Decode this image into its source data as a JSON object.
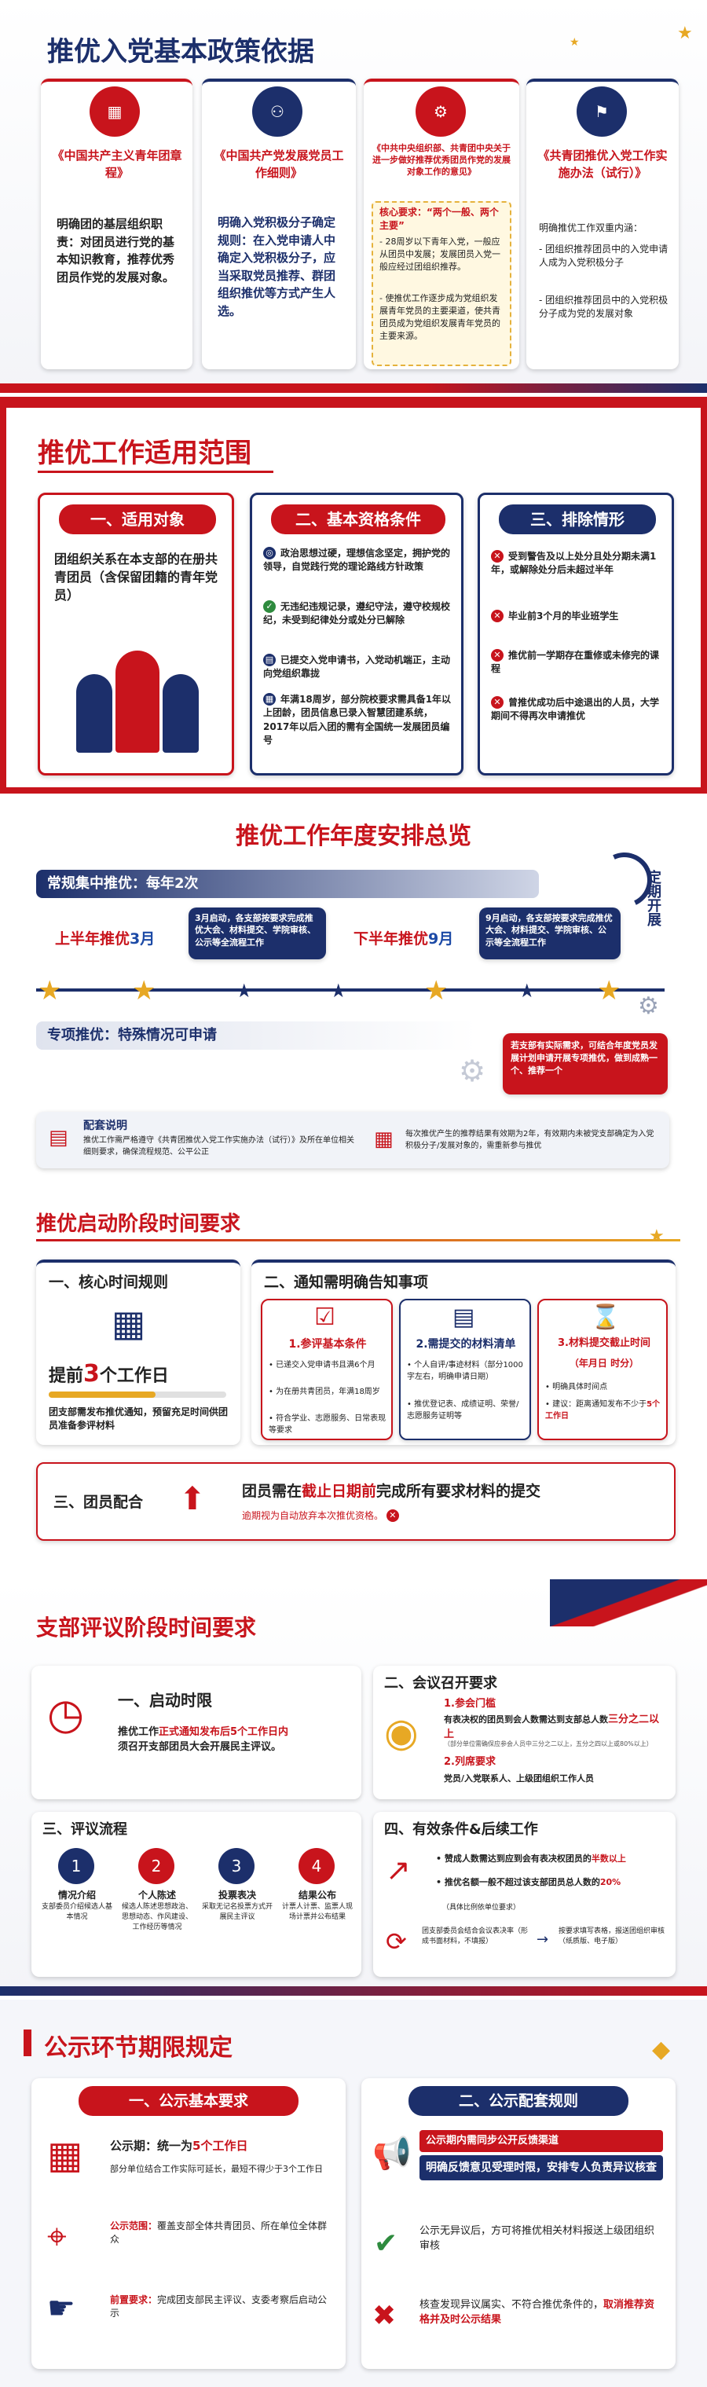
{
  "s1": {
    "title": "推优入党基本政策依据",
    "cards": [
      {
        "title": "《中国共产主义青年团章程》",
        "body": "明确团的基层组织职责：对团员进行党的基本知识教育，推荐优秀团员作党的发展对象。"
      },
      {
        "title": "《中国共产党发展党员工作细则》",
        "body": "明确入党积极分子确定规则：在入党申请人中确定入党积极分子，应当采取党员推荐、群团组织推优等方式产生人选。"
      },
      {
        "title": "《中共中央组织部、共青团中央关于进一步做好推荐优秀团员作党的发展对象工作的意见》",
        "core_label": "核心要求：“两个一般、两个主要”",
        "core1": "- 28周岁以下青年入党，一般应从团员中发展；发展团员入党一般应经过团组织推荐。",
        "core2": "- 使推优工作逐步成为党组织发展青年党员的主要渠道，使共青团员成为党组织发展青年党员的主要来源。"
      },
      {
        "title": "《共青团推优入党工作实施办法（试行）》",
        "lead": "明确推优工作双重内涵：",
        "p1": "- 团组织推荐团员中的入党申请人成为入党积极分子",
        "p2": "- 团组织推荐团员中的入党积极分子成为党的发展对象"
      }
    ]
  },
  "s2": {
    "title": "推优工作适用范围",
    "h1": "一、适用对象",
    "obj": "团组织关系在本支部的在册共青团员（含保留团籍的青年党员）",
    "h2": "二、基本资格条件",
    "c1": "政治思想过硬，理想信念坚定，拥护党的领导，自觉践行党的理论路线方针政策",
    "c2": "无违纪违规记录，遵纪守法，遵守校规校纪，未受到纪律处分或处分已解除",
    "c3": "已提交入党申请书，入党动机端正，主动向党组织靠拢",
    "c4": "年满18周岁，部分院校要求需具备1年以上团龄，团员信息已录入智慧团建系统，2017年以后入团的需有全国统一发展团员编号",
    "h3": "三、排除情形",
    "e1": "受到警告及以上处分且处分期未满1年，或解除处分后未超过半年",
    "e2": "毕业前3个月的毕业班学生",
    "e3": "推优前一学期存在重修或未修完的课程",
    "e4": "曾推优成功后中途退出的人员，大学期间不得再次申请推优"
  },
  "s3": {
    "title": "推优工作年度安排总览",
    "regular": "常规集中推优：每年2次",
    "h1": "上半年推优",
    "m1": "3月",
    "n1": "3月启动，各支部按要求完成推优大会、材料提交、学院审核、公示等全流程工作",
    "h2": "下半年推优",
    "m2": "9月",
    "n2": "9月启动，各支部按要求完成推优大会、材料提交、学院审核、公示等全流程工作",
    "periodic": "定期开展",
    "special": "专项推优：特殊情况可申请",
    "special_note": "若支部有实际需求，可结合年度党员发展计划申请开展专项推优，做到成熟一个、推荐一个",
    "cfg_title": "配套说明",
    "cfg1": "推优工作需严格遵守《共青团推优入党工作实施办法（试行）》及所在单位相关细则要求，确保流程规范、公平公正",
    "cfg2": "每次推优产生的推荐结果有效期为2年，有效期内未被党支部确定为入党积极分子/发展对象的，需重新参与推优"
  },
  "s4": {
    "title": "推优启动阶段时间要求",
    "h1": "一、核心时间规则",
    "lead": "提前",
    "num": "3",
    "tail": "个工作日",
    "desc": "团支部需发布推优通知，预留充足时间供团员准备参评材料",
    "h2": "二、通知需明确告知事项",
    "n1": "1.参评基本条件",
    "n1a": "已递交入党申请书且满6个月",
    "n1b": "为在册共青团员，年满18周岁",
    "n1c": "符合学业、志愿服务、日常表现等要求",
    "n2": "2.需提交的材料清单",
    "n2a": "个人自评/事迹材料（部分1000字左右，明确申请日期）",
    "n2b": "推优登记表、成绩证明、荣誉/志愿服务证明等",
    "n3": "3.材料提交截止时间",
    "n3s": "（年月日 时分）",
    "n3a": "明确具体时间点",
    "n3b": "建议：距离通知发布不少于",
    "n3c": "5个工作日",
    "h3": "三、团员配合",
    "cp": "团员需在",
    "cpr": "截止日期前",
    "cp2": "完成所有要求材料的提交",
    "cpn": "逾期视为自动放弃本次推优资格。"
  },
  "s5": {
    "title": "支部评议阶段时间要求",
    "h1": "一、启动时限",
    "st1": "推优工作",
    "st2": "正式通知发布后5个工作日内",
    "st3": "须召开支部团员大会开展民主评议。",
    "h2": "二、会议召开要求",
    "q1": "1.参会门槛",
    "q2": "有表决权的团员到会人数需达到支部总人数",
    "q2r": "三分之二以上",
    "q3": "（部分单位需确保应参会人员中三分之二以上，五分之四以上或80%以上）",
    "q4": "2.列席要求",
    "q5": "党员/入党联系人、上级团组织工作人员",
    "h3": "三、评议流程",
    "f1": "情况介绍",
    "f1d": "支部委员介绍候选人基本情况",
    "f2": "个人陈述",
    "f2d": "候选人陈述思想政治、思想动态、作风建设、工作经历等情况",
    "f3": "投票表决",
    "f3d": "采取无记名投票方式开展民主评议",
    "f4": "结果公布",
    "f4d": "计票人计票、监票人现场计票并公布结果",
    "h4": "四、有效条件&后续工作",
    "v1": "赞成人数需达到应到会有表决权团员的",
    "v1r": "半数以上",
    "v2": "推优名额一般不超过该支部团员总人数的",
    "v2r": "20%",
    "v2b": "（具体比例依单位要求）",
    "v3": "团支部委员会结合会议表决率（形成书面材料，不填报）",
    "v4": "按要求填写表格，报送团组织审核（纸质版、电子版）"
  },
  "s6": {
    "title": "公示环节期限规定",
    "h1": "一、公示基本要求",
    "p1a": "公示期：统一为",
    "p1b": "5个工作日",
    "p1c": "部分单位结合工作实际可延长，最短不得少于3个工作日",
    "p2a": "公示范围：",
    "p2b": "覆盖支部全体共青团员、所在单位全体群众",
    "p3a": "前置要求：",
    "p3b": "完成团支部民主评议、支委考察后启动公示",
    "h2": "二、公示配套规则",
    "r1": "公示期内需同步公开反馈渠道",
    "r1b": "明确反馈意见受理时限，安排专人负责异议核查",
    "r2": "公示无异议后，方可将推优相关材料报送上级团组织审核",
    "r3": "核查发现异议属实、不符合推优条件的，",
    "r3b": "取消推荐资格并及时公示结果"
  }
}
